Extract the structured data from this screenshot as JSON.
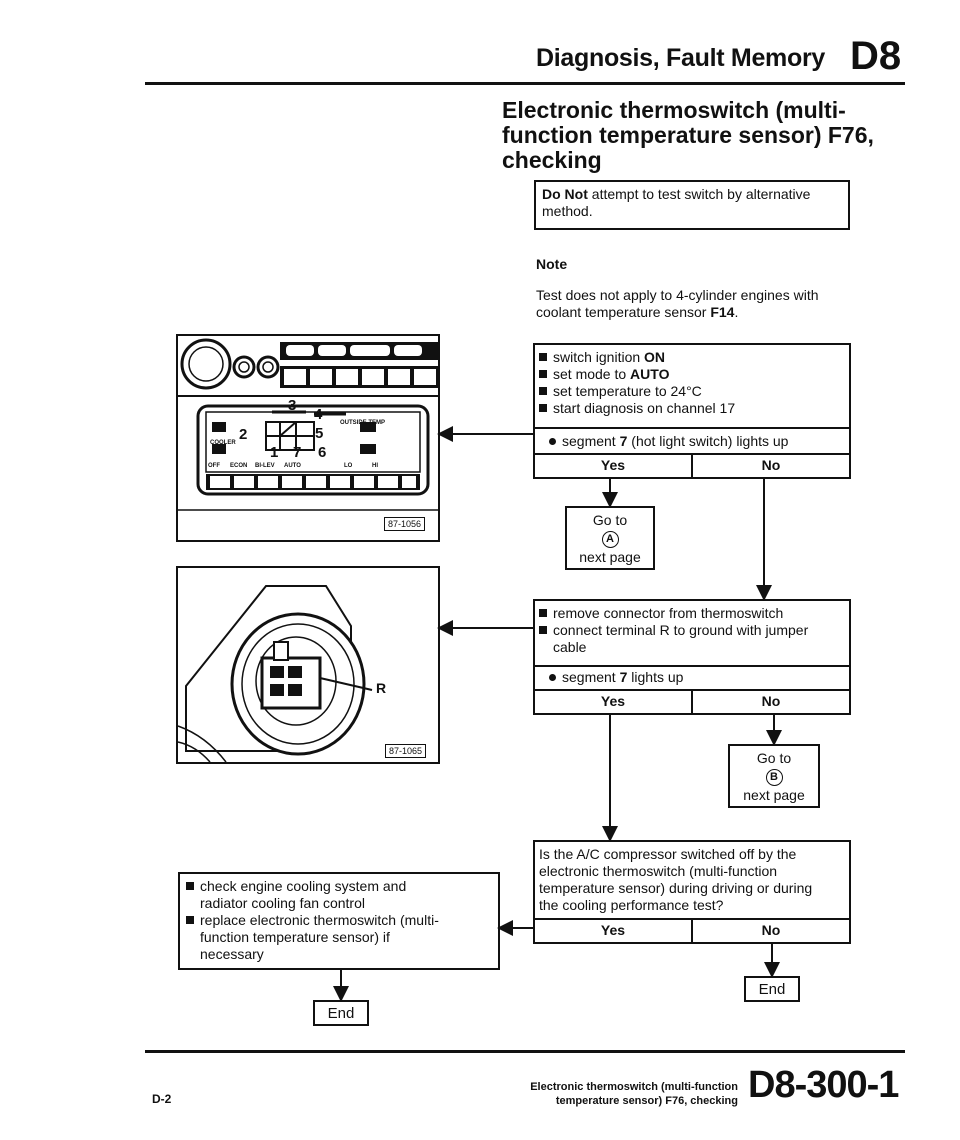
{
  "header": {
    "title": "Diagnosis, Fault Memory",
    "code": "D8"
  },
  "section": {
    "title_line1": "Electronic thermoswitch (multi-",
    "title_line2": "function temperature sensor) F76,",
    "title_line3": "checking"
  },
  "warning": {
    "bold": "Do Not",
    "text1": " attempt to test switch by alternative",
    "text2": "method."
  },
  "note": {
    "heading": "Note",
    "line1_pre": "Test does not apply to 4-cylinder engines with",
    "line2_pre": "coolant temperature sensor ",
    "line2_bold": "F14",
    "line2_post": "."
  },
  "step1": {
    "items": [
      {
        "pre": "switch ignition ",
        "bold": "ON",
        "post": ""
      },
      {
        "pre": "set mode to ",
        "bold": "AUTO",
        "post": ""
      },
      {
        "pre": "set temperature to 24°C",
        "bold": "",
        "post": ""
      },
      {
        "pre": "start diagnosis on channel 17",
        "bold": "",
        "post": ""
      }
    ],
    "check_pre": "segment ",
    "check_bold": "7",
    "check_post": " (hot light switch) lights up",
    "yes": "Yes",
    "no": "No"
  },
  "goto_a": {
    "line1": "Go to",
    "letter": "A",
    "line3": "next page"
  },
  "step2": {
    "item1": "remove connector from thermoswitch",
    "item2a": "connect terminal R to ground with jumper",
    "item2b": "cable",
    "check_pre": "segment ",
    "check_bold": "7",
    "check_post": " lights up",
    "yes": "Yes",
    "no": "No"
  },
  "goto_b": {
    "line1": "Go to",
    "letter": "B",
    "line3": "next page"
  },
  "step3": {
    "lines": [
      "Is the A/C compressor switched off by the",
      "electronic thermoswitch (multi-function",
      "temperature sensor) during driving or during",
      "the cooling performance test?"
    ],
    "yes": "Yes",
    "no": "No"
  },
  "remedy": {
    "item1a": "check engine cooling system and",
    "item1b": "radiator cooling fan control",
    "item2a": "replace electronic thermoswitch (multi-",
    "item2b": "function temperature sensor) if",
    "item2c": "necessary"
  },
  "end_left": "End",
  "end_right": "End",
  "figure1": {
    "tag": "87-1056",
    "numbers": [
      "2",
      "3",
      "4",
      "5",
      "6",
      "1",
      "7"
    ],
    "labels": [
      "OUTSIDE TEMP",
      "COOLER",
      "OFF",
      "ECON",
      "BI-LEV",
      "AUTO",
      "LO",
      "HI"
    ]
  },
  "figure2": {
    "tag": "87-1065",
    "label": "R"
  },
  "footer": {
    "left": "D-2",
    "caption1": "Electronic thermoswitch (multi-function",
    "caption2": "temperature sensor) F76, checking",
    "code": "D8-300-1"
  }
}
